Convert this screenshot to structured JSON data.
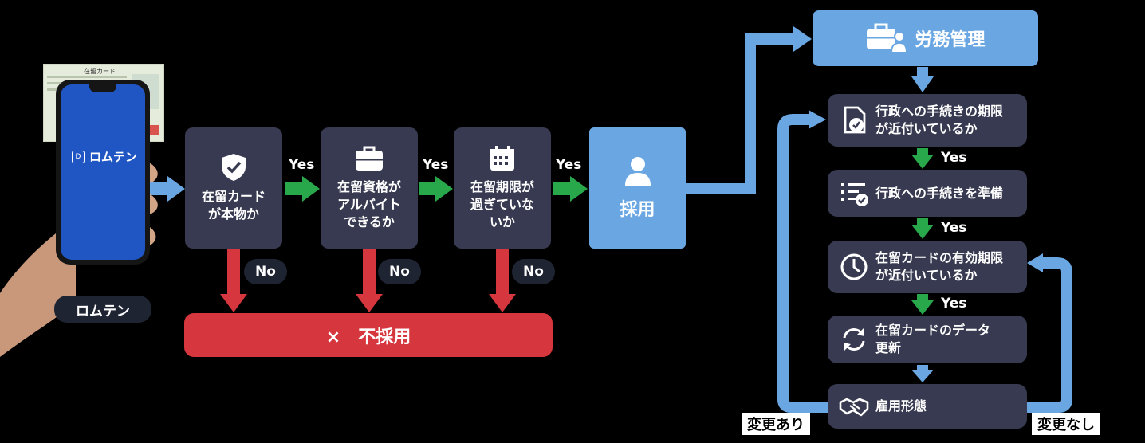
{
  "phone": {
    "app_name": "ロムテン",
    "caption": "ロムテン",
    "card_header": "在留カード"
  },
  "steps": [
    {
      "text": "在留カード\nが本物か",
      "icon": "shield-check-icon"
    },
    {
      "text": "在留資格が\nアルバイト\nできるか",
      "icon": "briefcase-icon"
    },
    {
      "text": "在留期限が\n過ぎていな\nいか",
      "icon": "calendar-icon"
    }
  ],
  "yes_label": "Yes",
  "no_label": "No",
  "hire": {
    "label": "採用",
    "icon": "person-icon"
  },
  "reject": {
    "label": "×　不採用"
  },
  "labor": {
    "label": "労務管理",
    "icon": "briefcase-person-icon"
  },
  "right_steps": [
    {
      "text": "行政への手続きの期限\nが近付いているか",
      "icon": "document-check-icon"
    },
    {
      "text": "行政への手続きを準備",
      "icon": "checklist-icon"
    },
    {
      "text": "在留カードの有効期限\nが近付いているか",
      "icon": "clock-icon"
    },
    {
      "text": "在留カードのデータ\n更新",
      "icon": "refresh-icon"
    },
    {
      "text": "雇用形態",
      "icon": "handshake-icon"
    }
  ],
  "loop_left": "変更あり",
  "loop_right": "変更なし",
  "colors": {
    "box": "#373a50",
    "accent_blue": "#6aa7e2",
    "yes_green": "#28a84a",
    "no_red": "#d6363d",
    "app_blue": "#1f56c4"
  }
}
